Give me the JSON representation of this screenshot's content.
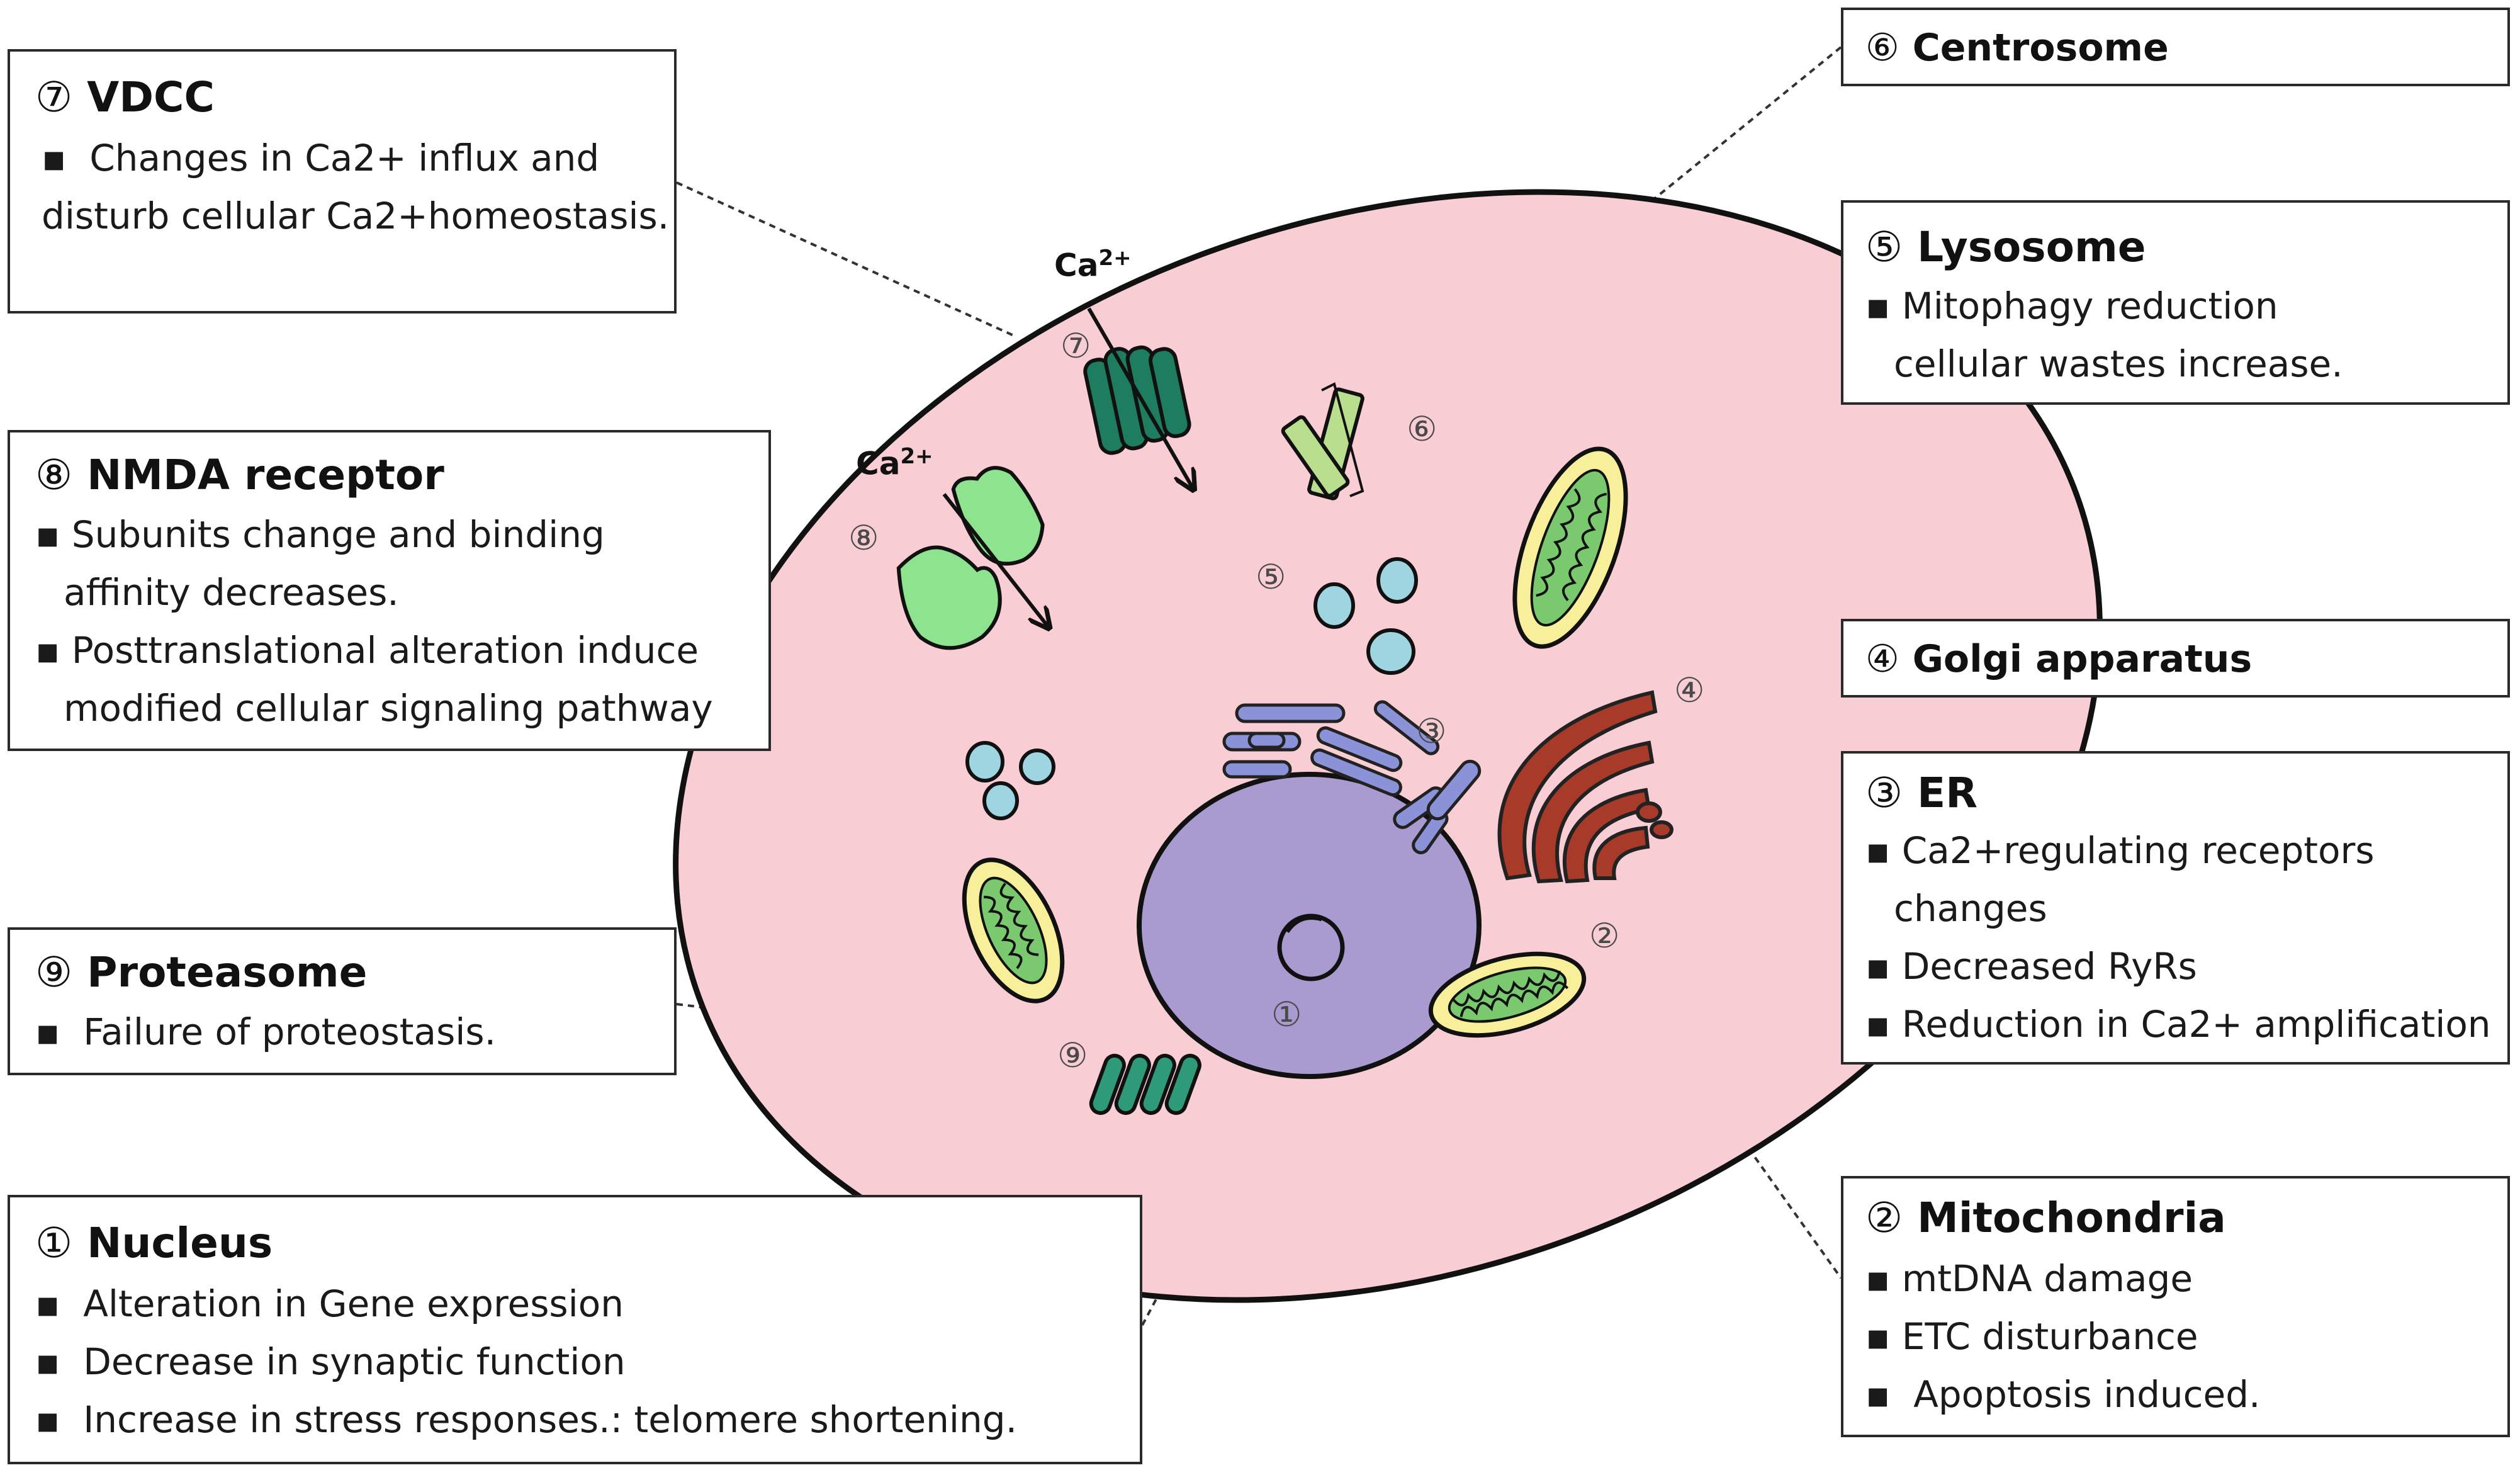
{
  "callouts": {
    "vdcc": {
      "number": "⑦",
      "title": "VDCC",
      "lines": [
        "Changes in Ca2+ influx and",
        "disturb cellular Ca2+homeostasis."
      ]
    },
    "nmda": {
      "number": "⑧",
      "title": "NMDA receptor",
      "lines": [
        "Subunits change and binding",
        "affinity decreases.",
        "Posttranslational alteration induce",
        "modified cellular signaling pathway"
      ]
    },
    "proteasome": {
      "number": "⑨",
      "title": "Proteasome",
      "lines": [
        "Failure of proteostasis."
      ]
    },
    "nucleus": {
      "number": "①",
      "title": "Nucleus",
      "lines": [
        "Alteration in Gene expression",
        "Decrease in synaptic function",
        "Increase in stress responses.: telomere shortening."
      ]
    },
    "centrosome": {
      "number": "⑥",
      "title": "Centrosome",
      "lines": []
    },
    "lysosome": {
      "number": "⑤",
      "title": "Lysosome",
      "lines": [
        "Mitophagy reduction",
        "cellular wastes increase."
      ]
    },
    "golgi": {
      "number": "④",
      "title": "Golgi apparatus",
      "lines": []
    },
    "er": {
      "number": "③",
      "title": "ER",
      "lines": [
        "Ca2+regulating receptors",
        "changes",
        "Decreased RyRs",
        "Reduction in Ca2+ amplification"
      ]
    },
    "mitochondria": {
      "number": "②",
      "title": "Mitochondria",
      "lines": [
        "mtDNA damage",
        "ETC disturbance",
        "Apoptosis induced."
      ]
    }
  },
  "bullet": "▪",
  "ion_label": {
    "base": "Ca",
    "charge": "2+"
  },
  "markers": {
    "m1": "①",
    "m2": "②",
    "m3": "③",
    "m4": "④",
    "m5": "⑤",
    "m6": "⑥",
    "m7": "⑦",
    "m8": "⑧",
    "m9": "⑨"
  },
  "colors": {
    "cell_fill": "#f8cdd4",
    "nucleus_fill": "#a99ad0",
    "mito_outer": "#f7ef9a",
    "mito_inner": "#7ac96f",
    "lysosome": "#9fd4e1",
    "golgi": "#a83a2a",
    "er": "#8c92d8",
    "vdcc": "#1e7d5e",
    "nmda": "#8ee38e",
    "centrosome": "#b9de8e",
    "proteasome": "#2f9a78"
  }
}
